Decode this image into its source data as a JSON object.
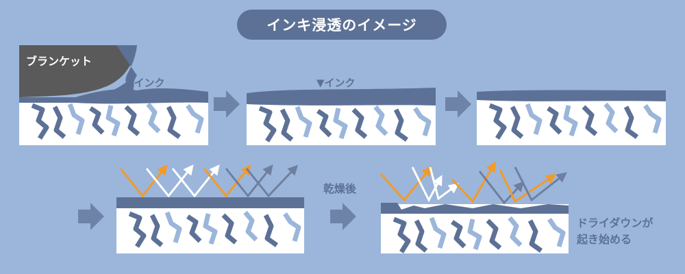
{
  "title": "インキ浸透のイメージ",
  "labels": {
    "blanket": "ブランケット",
    "ink_left": "◀インク",
    "ink_down": "▼インク",
    "after_drying": "乾燥後",
    "drydown_line1": "ドライダウンが",
    "drydown_line2": "起き始める"
  },
  "colors": {
    "background": "#9bb6da",
    "ink": "#5d7196",
    "paper": "#ffffff",
    "blanket": "#5a5a5a",
    "arrow": "#6e83a8",
    "light_orange": "#f39a2a",
    "light_white": "#ffffff",
    "light_scatter": "#6e7fa0"
  }
}
